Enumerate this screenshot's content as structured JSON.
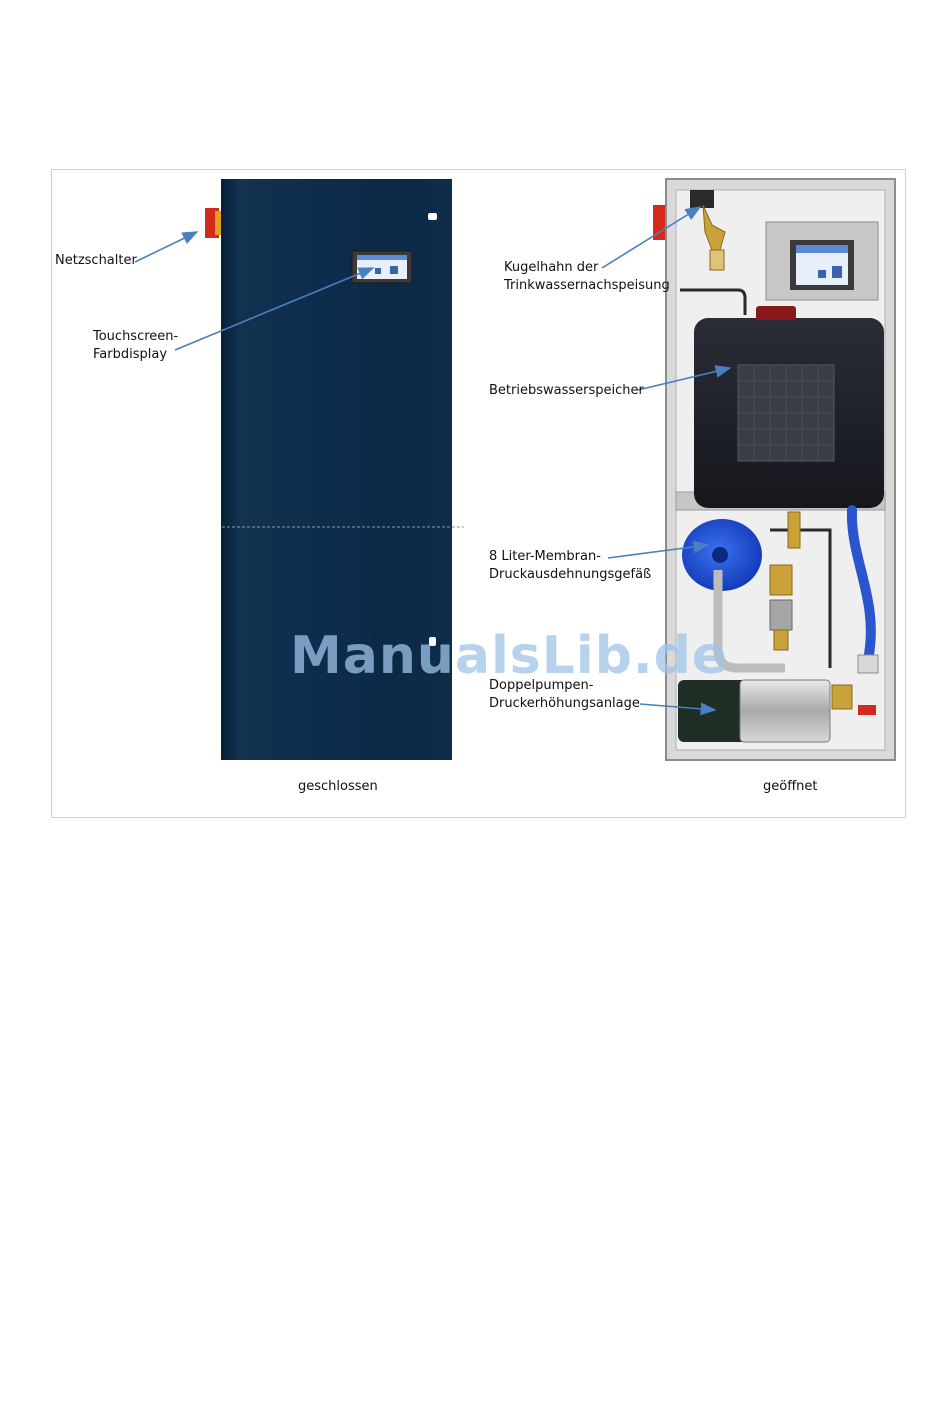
{
  "labels": {
    "netzschalter": "Netzschalter",
    "touchscreen_line1": "Touchscreen-",
    "touchscreen_line2": "Farbdisplay",
    "kugelhahn_line1": "Kugelhahn der",
    "kugelhahn_line2": "Trinkwassernachspeisung",
    "speicher": "Betriebswasserspeicher",
    "membran_line1": "8 Liter-Membran-",
    "membran_line2": "Druckausdehnungsgefäß",
    "pumpe_line1": "Doppelpumpen-",
    "pumpe_line2": "Druckerhöhungsanlage"
  },
  "captions": {
    "closed": "geschlossen",
    "open": "geöffnet"
  },
  "watermark": "ManualsLib.de",
  "colors": {
    "cabinet_blue": "#0d2a4a",
    "arrow": "#4a7fc0",
    "tank": "#1c1f26",
    "vessel": "#1f55d8",
    "hose": "#2b55cc",
    "switch": "#d42a1e"
  }
}
